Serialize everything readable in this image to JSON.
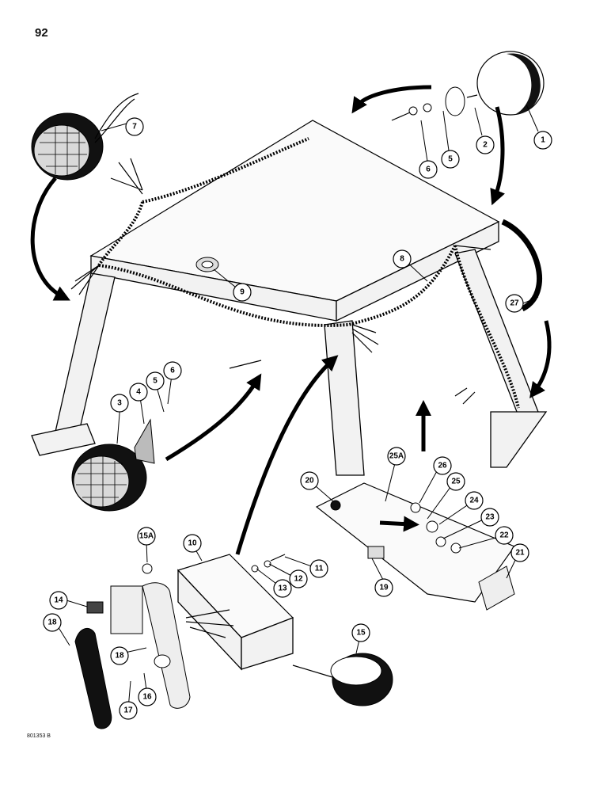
{
  "page": {
    "page_number": "92",
    "drawing_code": "801353 B"
  },
  "callouts": {
    "c1": "1",
    "c2": "2",
    "c3": "3",
    "c4": "4",
    "c5a": "5",
    "c5b": "5",
    "c6a": "6",
    "c6b": "6",
    "c7": "7",
    "c8": "8",
    "c9": "9",
    "c10": "10",
    "c11": "11",
    "c12": "12",
    "c13": "13",
    "c14": "14",
    "c15": "15",
    "c15a": "15A",
    "c16": "16",
    "c17": "17",
    "c18a": "18",
    "c18b": "18",
    "c19": "19",
    "c20": "20",
    "c21": "21",
    "c22": "22",
    "c23": "23",
    "c24": "24",
    "c25": "25",
    "c25a": "25A",
    "c26": "26",
    "c27": "27"
  }
}
